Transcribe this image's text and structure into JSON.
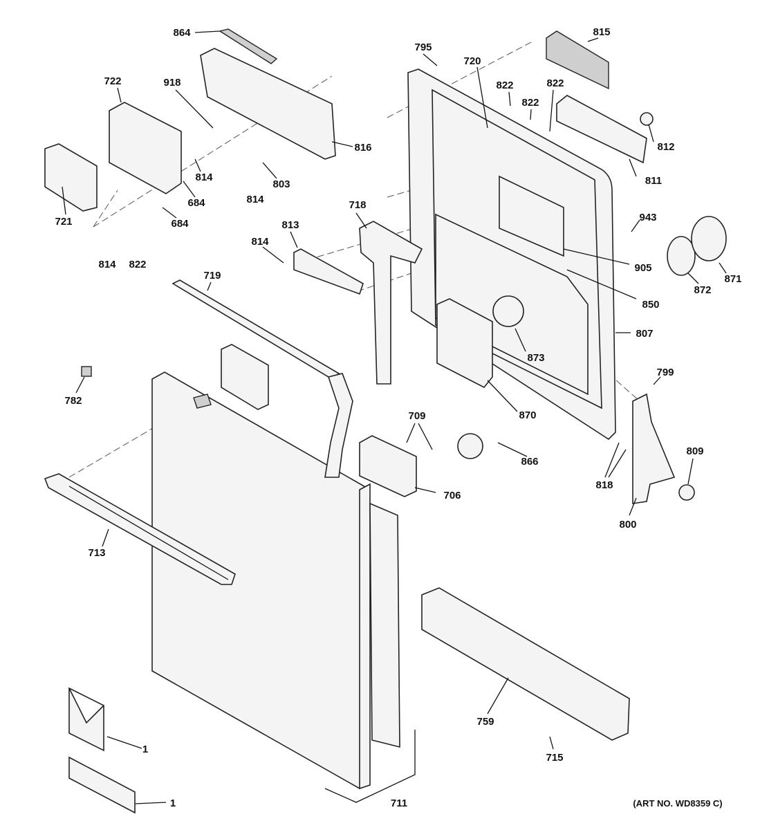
{
  "diagram": {
    "art_number": "(ART NO. WD8359 C)",
    "labels": [
      "864",
      "722",
      "918",
      "816",
      "814",
      "803",
      "684",
      "684",
      "721",
      "814",
      "814",
      "822",
      "795",
      "720",
      "822",
      "822",
      "822",
      "815",
      "812",
      "811",
      "943",
      "718",
      "813",
      "814",
      "905",
      "872",
      "871",
      "850",
      "719",
      "807",
      "873",
      "799",
      "782",
      "709",
      "870",
      "809",
      "866",
      "818",
      "706",
      "800",
      "713",
      "759",
      "715",
      "1",
      "1",
      "711"
    ]
  }
}
